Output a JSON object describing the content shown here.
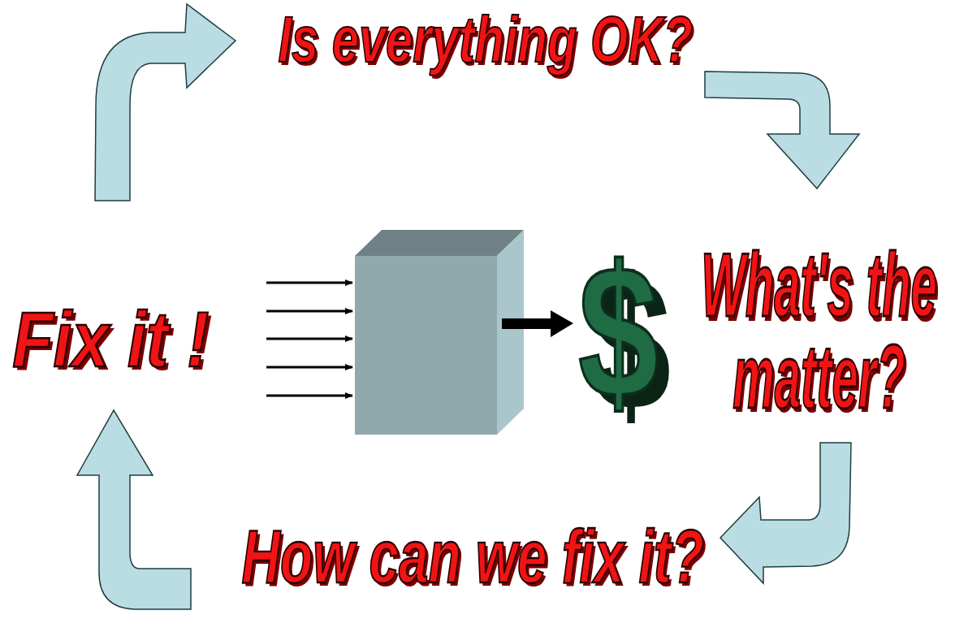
{
  "diagram": {
    "labels": [
      "Is everything OK?",
      "What's the matter?",
      "How can we fix it?",
      "Fix it !",
      "$"
    ]
  }
}
